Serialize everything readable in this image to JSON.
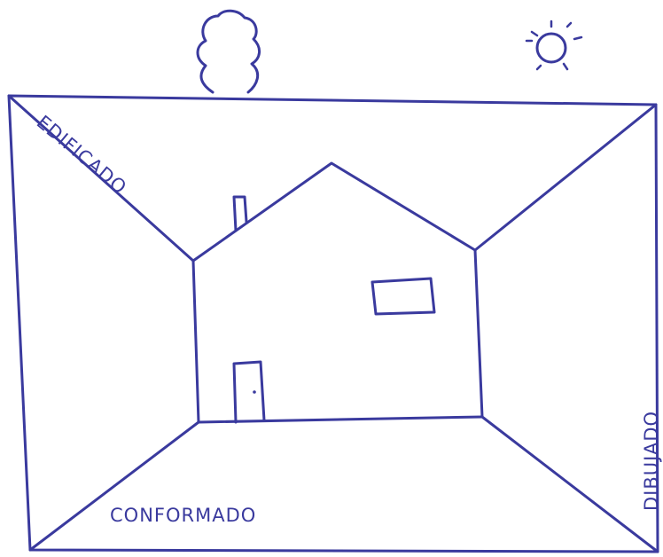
{
  "colors": {
    "ink": "#3a3a9e",
    "paper": "#ffffff"
  },
  "labels": {
    "edificado": "EDIFICADO",
    "dibujado": "DIBUJADO",
    "conformado": "CONFORMADO"
  },
  "icons": {
    "tree": "tree-icon",
    "sun": "sun-icon"
  }
}
